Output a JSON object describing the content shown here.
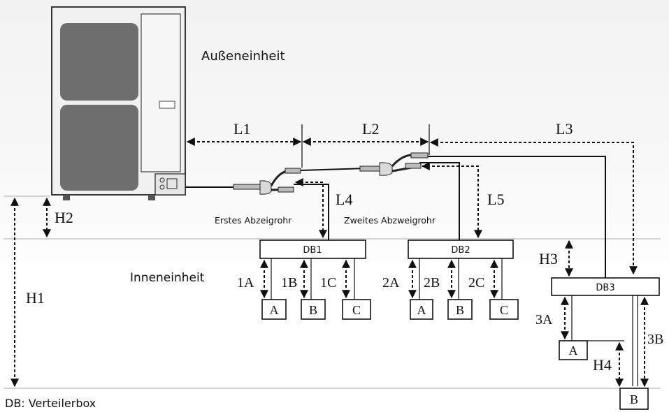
{
  "outdoor_unit_label": "Außeneinheit",
  "indoor_unit_label": "Inneneinheit",
  "branch_pipe_1_label": "Erstes Abzeigrohr",
  "branch_pipe_2_label": "Zweites Abzweigrohr",
  "legend": "DB: Verteilerbox",
  "distances": {
    "L1": "L1",
    "L2": "L2",
    "L3": "L3",
    "L4": "L4",
    "L5": "L5",
    "H1": "H1",
    "H2": "H2",
    "H3": "H3",
    "H4": "H4"
  },
  "boxes": {
    "db1": "DB1",
    "db2": "DB2",
    "db3": "DB3"
  },
  "db1_units": {
    "a": "A",
    "b": "B",
    "c": "C",
    "la": "1A",
    "lb": "1B",
    "lc": "1C"
  },
  "db2_units": {
    "a": "A",
    "b": "B",
    "c": "C",
    "la": "2A",
    "lb": "2B",
    "lc": "2C"
  },
  "db3_units": {
    "a": "A",
    "b": "B",
    "la": "3A",
    "lb": "3B"
  },
  "colors": {
    "line": "#111111",
    "grill": "#6e6e6e",
    "panel": "#f1f1f1"
  }
}
